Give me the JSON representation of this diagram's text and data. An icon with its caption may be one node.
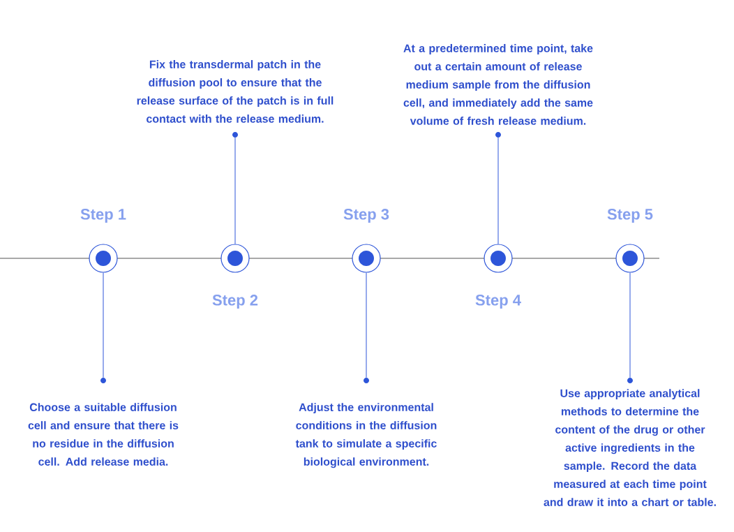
{
  "diagram": {
    "nodes": [
      {
        "text": [],
        "shape": "circle",
        "beside": [
          "Step 1"
        ]
      },
      {
        "text": [],
        "shape": "circle",
        "beside": [
          "Step 2"
        ]
      },
      {
        "text": [],
        "shape": "circle",
        "beside": [
          "Step 3"
        ]
      },
      {
        "text": [],
        "shape": "circle",
        "beside": [
          "Step 4"
        ]
      },
      {
        "text": [],
        "shape": "circle",
        "beside": [
          "Step 5"
        ]
      },
      {
        "text": [],
        "shape": "circle",
        "beside": [
          "Choose a suitable diffusion cell and ensure that there is no residue in the diffusion cell. Add release media."
        ]
      },
      {
        "text": [],
        "shape": "circle",
        "beside": [
          "Fix the transdermal patch in the diffusion pool to ensure that the release surface of the patch is in full contact with the release medium."
        ]
      },
      {
        "text": [],
        "shape": "circle",
        "beside": [
          "Adjust the environmental conditions in the diffusion tank to simulate a specific biological environment."
        ]
      },
      {
        "text": [],
        "shape": "circle",
        "beside": [
          "At a predetermined time point, take out a certain amount of release medium sample from the diffusion cell, and immediately add the same volume of fresh release medium."
        ]
      },
      {
        "text": [],
        "shape": "circle",
        "beside": [
          "Use appropriate analytical methods to determine the content of the drug or other active ingredients in the sample. Record the data measured at each time point and draw it into a chart or table."
        ]
      }
    ],
    "edges": [
      {
        "from": 0,
        "to": 5,
        "arrow": "none"
      },
      {
        "from": 1,
        "to": 6,
        "arrow": "none"
      },
      {
        "from": 2,
        "to": 7,
        "arrow": "none"
      },
      {
        "from": 3,
        "to": 8,
        "arrow": "none"
      },
      {
        "from": 4,
        "to": 9,
        "arrow": "none"
      }
    ]
  }
}
